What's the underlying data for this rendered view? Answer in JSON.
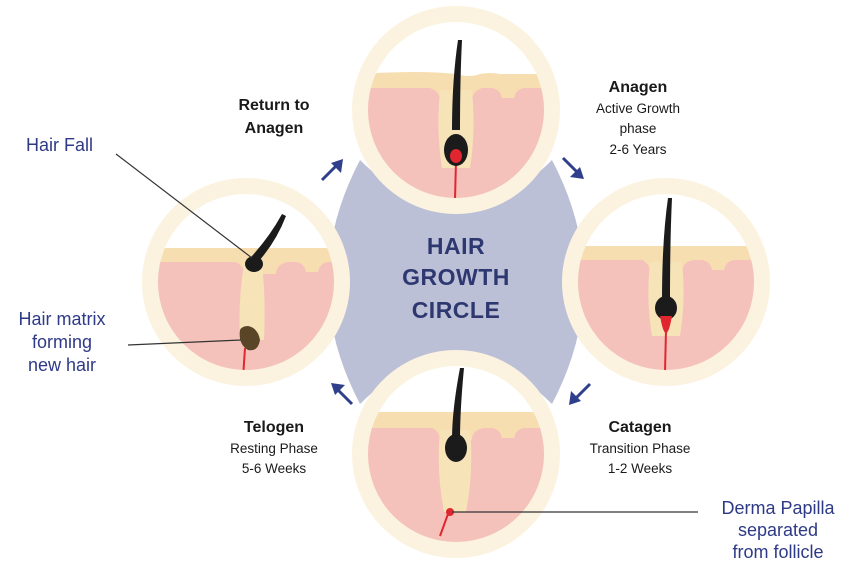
{
  "title": {
    "line1": "HAIR",
    "line2": "GROWTH",
    "line3": "CIRCLE"
  },
  "phases": {
    "return": {
      "line1": "Return to",
      "line2": "Anagen"
    },
    "anagen": {
      "title": "Anagen",
      "line1": "Active Growth",
      "line2": "phase",
      "line3": "2-6 Years"
    },
    "catagen": {
      "title": "Catagen",
      "line1": "Transition Phase",
      "line2": "1-2 Weeks"
    },
    "telogen": {
      "title": "Telogen",
      "line1": "Resting Phase",
      "line2": "5-6 Weeks"
    }
  },
  "callouts": {
    "hair_fall": "Hair Fall",
    "hair_matrix": {
      "line1": "Hair matrix",
      "line2": "forming",
      "line3": "new hair"
    },
    "derma_papilla": {
      "line1": "Derma Papilla",
      "line2": "separated",
      "line3": "from follicle"
    }
  },
  "colors": {
    "center_shape": "#bcc0d6",
    "circle_halo": "#fbf3df",
    "skin": "#f4c2bb",
    "skin_top": "#f7deb0",
    "follicle": "#f6e3b8",
    "hair": "#1b1b1b",
    "papilla_red": "#e0262f",
    "matrix_brown": "#5a4526",
    "arrow": "#2f3f8c",
    "callout_text": "#2e3a86"
  }
}
